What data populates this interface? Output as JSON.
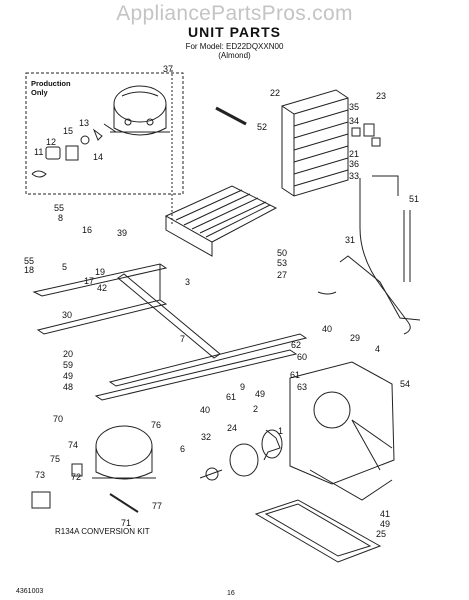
{
  "header": {
    "watermark": "AppliancePartsPros.com",
    "title": "UNIT PARTS",
    "model_line": "For Model: ED22DQXXN00",
    "color_line": "(Almond)"
  },
  "inset": {
    "production_label": "Production",
    "only_label": "Only"
  },
  "kit_label": "R134A CONVERSION KIT",
  "callouts": [
    "37",
    "22",
    "23",
    "35",
    "52",
    "34",
    "13",
    "15",
    "12",
    "11",
    "14",
    "21",
    "36",
    "33",
    "55",
    "8",
    "16",
    "39",
    "51",
    "19",
    "55",
    "18",
    "5",
    "17",
    "42",
    "3",
    "50",
    "53",
    "27",
    "31",
    "30",
    "40",
    "20",
    "59",
    "49",
    "48",
    "7",
    "62",
    "60",
    "61",
    "63",
    "4",
    "29",
    "54",
    "70",
    "74",
    "75",
    "73",
    "72",
    "71",
    "76",
    "77",
    "6",
    "32",
    "24",
    "2",
    "1",
    "41",
    "49",
    "25",
    "40",
    "61",
    "49",
    "9"
  ],
  "footer": {
    "doc_number": "4361003",
    "page_number": "16"
  }
}
